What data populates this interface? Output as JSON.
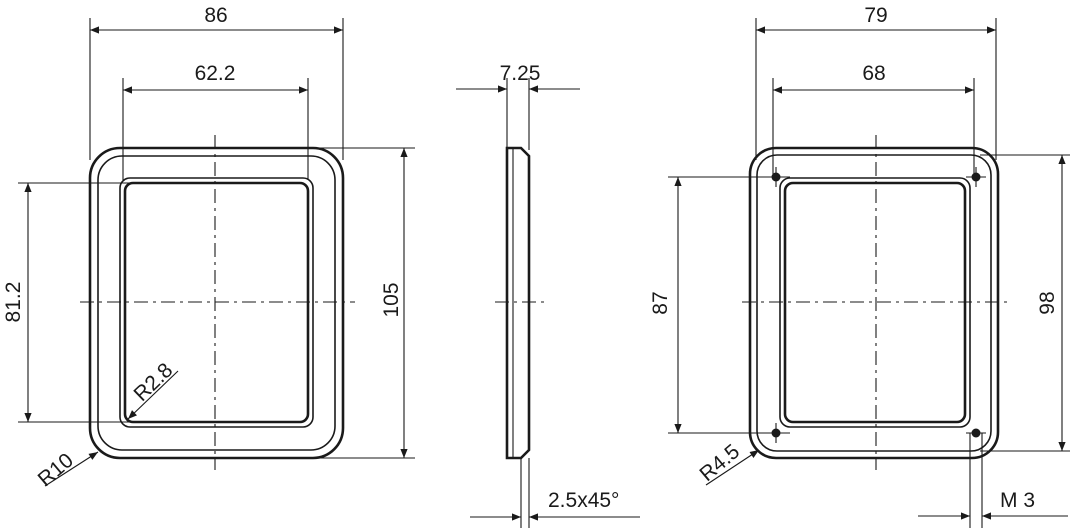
{
  "front_view": {
    "width_outer": "86",
    "width_inner": "62.2",
    "height_outer": "105",
    "height_inner": "81.2",
    "inner_corner_radius": "R2.8",
    "outer_corner_radius": "R10"
  },
  "side_view": {
    "thickness": "7.25",
    "chamfer": "2.5x45°"
  },
  "back_view": {
    "width_outer": "79",
    "hole_spacing_x": "68",
    "height_outer": "98",
    "hole_spacing_y": "87",
    "corner_radius": "R4.5",
    "thread": "M 3"
  }
}
